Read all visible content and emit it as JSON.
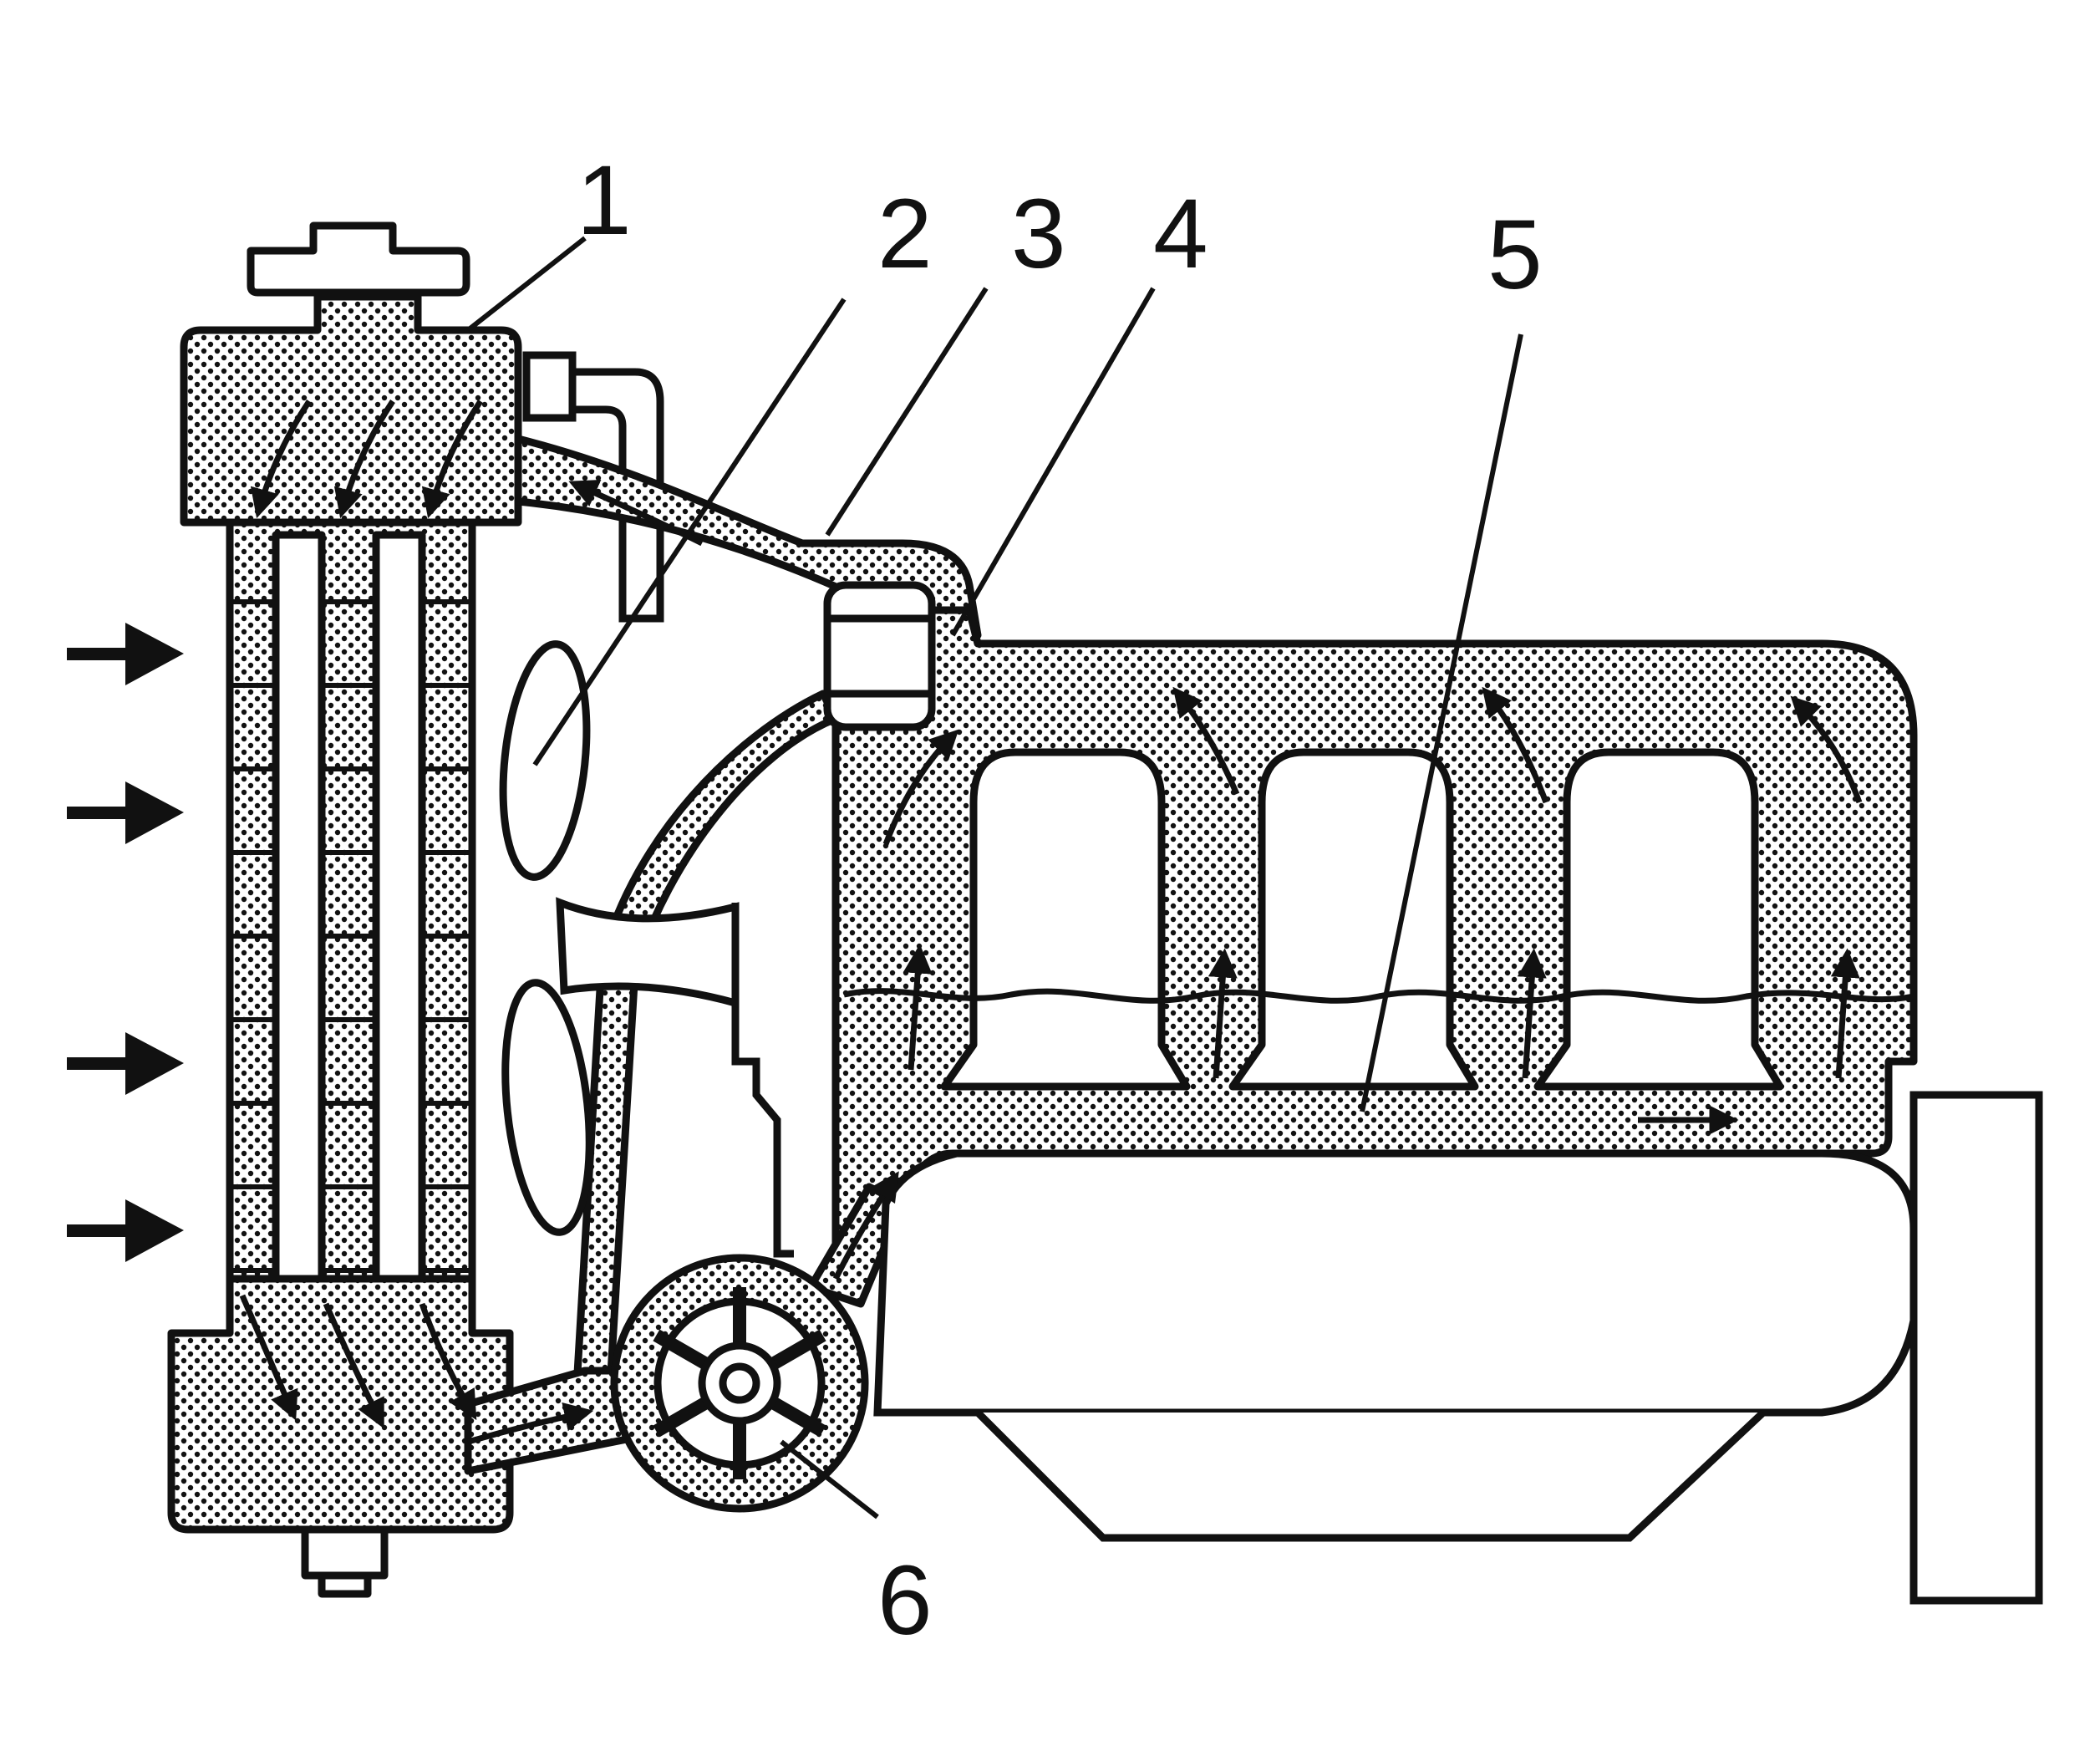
{
  "diagram": {
    "callouts": {
      "c1": "1",
      "c2": "2",
      "c3": "3",
      "c4": "4",
      "c5": "5",
      "c6": "6"
    },
    "colors": {
      "ink": "#111111",
      "coolant_dot": "#111111",
      "background": "#ffffff"
    },
    "icons": {
      "flow": "arrow",
      "pump": "impeller",
      "fan": "blade"
    }
  }
}
